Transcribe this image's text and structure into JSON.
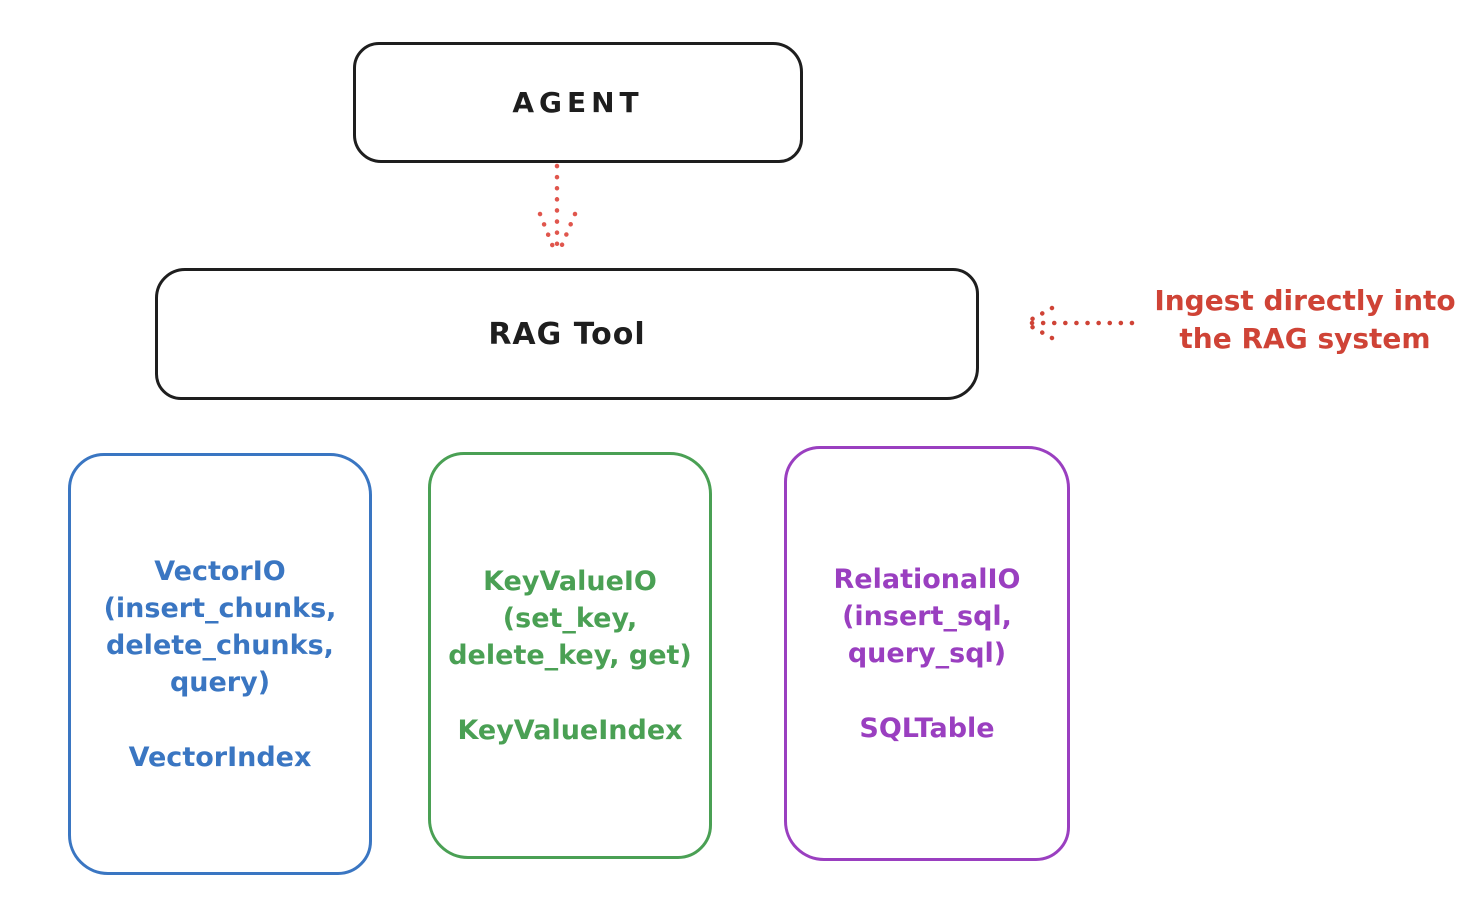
{
  "colors": {
    "stroke_black": "#1e1e1e",
    "red_text": "#cf4336",
    "red_arrow": "#e0564d",
    "blue": "#3a76c2",
    "green": "#4aa054",
    "purple": "#9a3fc0"
  },
  "diagram": {
    "agent": {
      "label": "AGENT"
    },
    "rag_tool": {
      "label": "RAG Tool"
    },
    "annotation": {
      "line1": "Ingest directly into",
      "line2": "the RAG system"
    },
    "arrows": [
      {
        "name": "agent-to-rag-tool",
        "style": "dotted",
        "color": "#e0564d"
      },
      {
        "name": "annotation-to-rag-tool",
        "style": "dotted",
        "color": "#cf4336"
      }
    ],
    "io_boxes": [
      {
        "name": "VectorIO",
        "color": "#3a76c2",
        "title_lines": [
          "VectorIO",
          "(insert_chunks,",
          "delete_chunks,",
          "query)"
        ],
        "index_label": "VectorIndex"
      },
      {
        "name": "KeyValueIO",
        "color": "#4aa054",
        "title_lines": [
          "KeyValueIO",
          "(set_key,",
          "delete_key, get)"
        ],
        "index_label": "KeyValueIndex"
      },
      {
        "name": "RelationalIO",
        "color": "#9a3fc0",
        "title_lines": [
          "RelationalIO",
          "(insert_sql,",
          "query_sql)"
        ],
        "index_label": "SQLTable"
      }
    ]
  }
}
